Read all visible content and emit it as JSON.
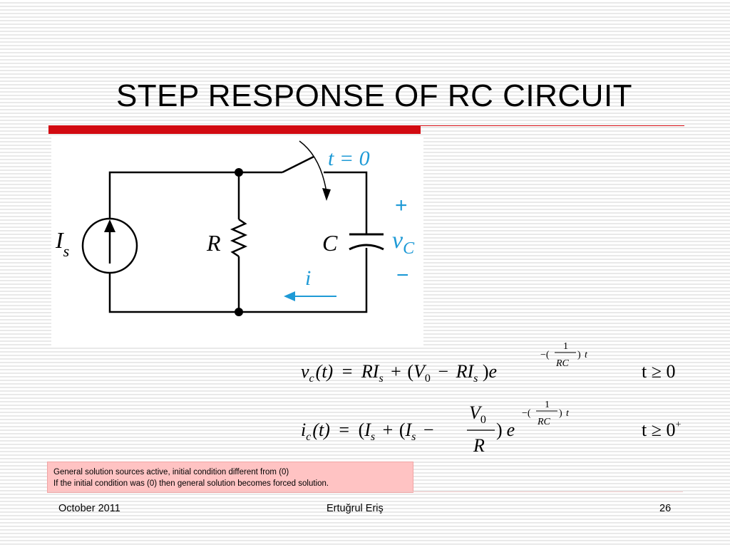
{
  "slide": {
    "title": "STEP RESPONSE OF RC CIRCUIT"
  },
  "circuit": {
    "source_symbol": "I",
    "source_subscript": "s",
    "resistor_label": "R",
    "capacitor_label": "C",
    "switch_label": "t = 0",
    "voltage_symbol": "v",
    "voltage_subscript": "C",
    "plus": "+",
    "minus": "−",
    "current_label": "i",
    "accent_color": "#1e9ad6"
  },
  "equations": {
    "vc": {
      "lhs_v": "v",
      "lhs_sub": "c",
      "lhs_arg": "(t)",
      "eq": "=",
      "R1": "R",
      "I1": "I",
      "s1": "s",
      "plus": "+",
      "paren_open": "(",
      "V": "V",
      "V_sub": "0",
      "minus": "−",
      "R2": "R",
      "I2": "I",
      "s2": "s",
      "paren_close": ")",
      "e": "e",
      "exp_minus": "−(",
      "exp_num": "1",
      "exp_den": "RC",
      "exp_close": ")",
      "exp_t": "t",
      "condition": "t ≥ 0"
    },
    "ic": {
      "lhs_i": "i",
      "lhs_sub": "c",
      "lhs_arg": "(t)",
      "eq": "=",
      "open1": "(",
      "I1": "I",
      "s1": "s",
      "plus": "+",
      "open2": "(",
      "I2": "I",
      "s2": "s",
      "minus": "−",
      "frac_num": "V",
      "frac_num_sub": "0",
      "frac_den": "R",
      "close": ")",
      "e": "e",
      "exp_minus": "−(",
      "exp_num": "1",
      "exp_den": "RC",
      "exp_close": ")",
      "exp_t": "t",
      "condition": "t ≥ 0",
      "condition_sup": "+"
    }
  },
  "note": {
    "line1": "General solution sources active, initial condition different from (0)",
    "line2": "If the initial condition was (0) then general solution becomes forced solution.",
    "background": "#ffc3c3"
  },
  "footer": {
    "date": "October 2011",
    "author": "Ertuğrul Eriş",
    "page": "26"
  },
  "colors": {
    "title_bar": "#d20a11"
  }
}
